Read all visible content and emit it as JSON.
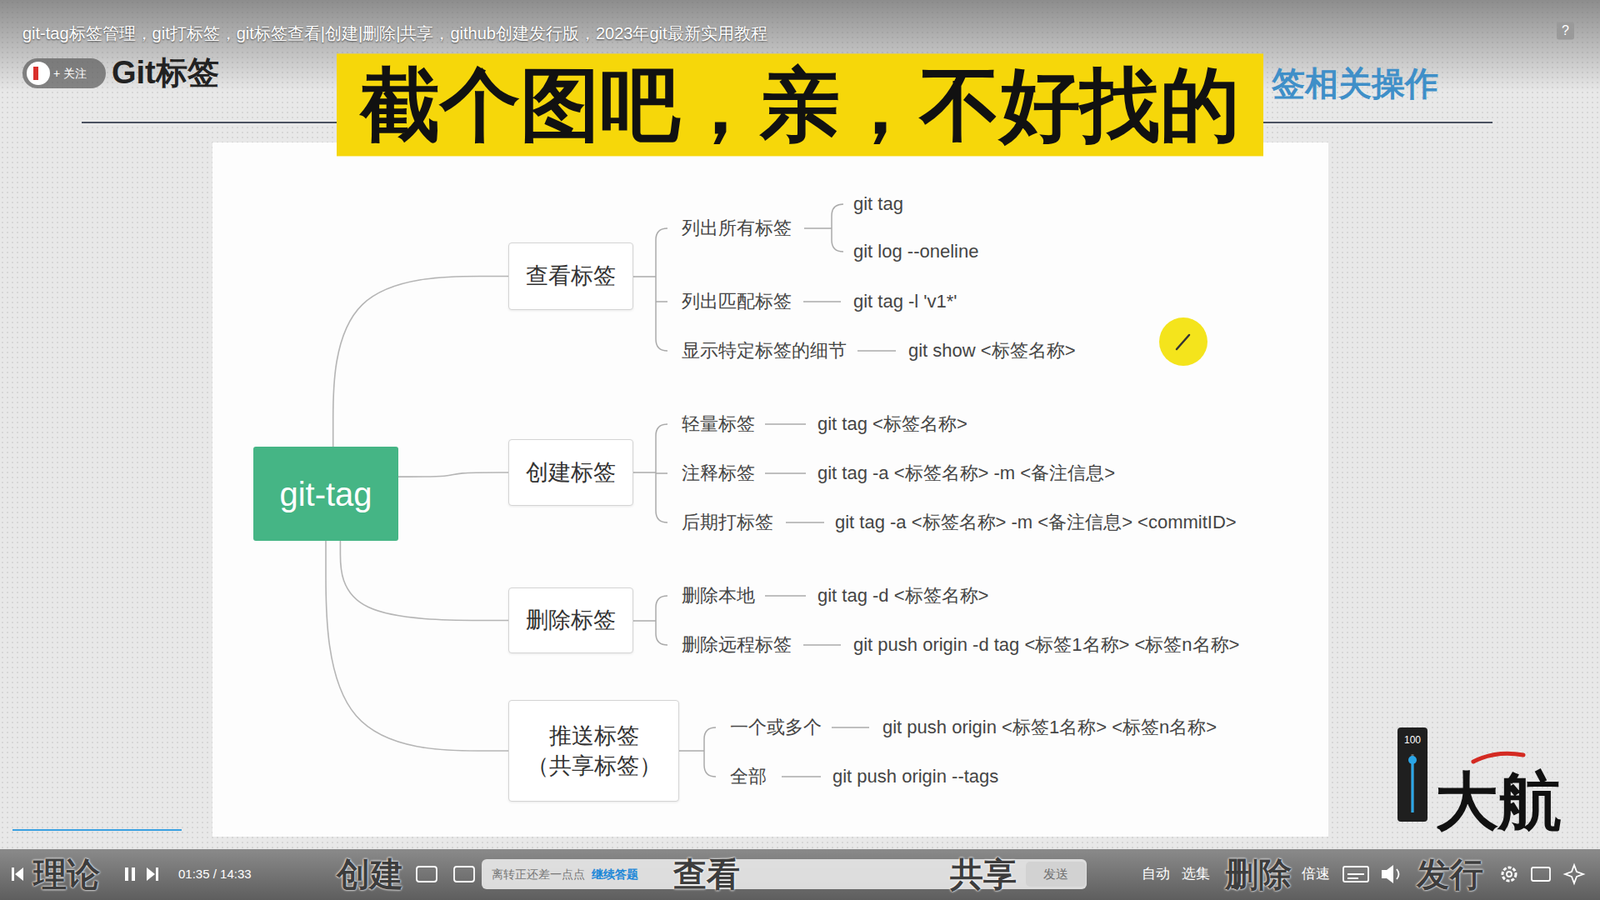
{
  "diagram": {
    "nodes": [
      {
        "text": [
          "git-tag"
        ]
      },
      {
        "text": [
          "查看标签"
        ]
      },
      {
        "text": [
          "创建标签"
        ]
      },
      {
        "text": [
          "删除标签"
        ]
      },
      {
        "text": [
          "推送标签 （共享标签）"
        ]
      }
    ],
    "edges": [
      {
        "from": 0,
        "to": 1,
        "arrow": "none"
      },
      {
        "from": 0,
        "to": 2,
        "arrow": "none"
      },
      {
        "from": 0,
        "to": 3,
        "arrow": "none"
      },
      {
        "from": 0,
        "to": 4,
        "arrow": "none"
      }
    ],
    "labels": [
      "git-tag标签管理，git打标签，git标签查看|创建|删除|共享，github创建发行版，2023年git最新实用教程",
      "?",
      "+ 关注",
      "Git标签",
      "截个图吧，亲，不好找的",
      "签相关操作",
      "列出所有标签",
      "git tag",
      "git log --oneline",
      "列出匹配标签",
      "git tag -l 'v1*'",
      "显示特定标签的细节",
      "git show <标签名称>",
      "轻量标签",
      "git tag <标签名称>",
      "注释标签",
      "git tag -a <标签名称> -m <备注信息>",
      "后期打标签",
      "git tag -a <标签名称> -m <备注信息> <commitID>",
      "删除本地",
      "git tag -d <标签名称>",
      "删除远程标签",
      "git push origin -d tag <标签1名称> <标签n名称>",
      "一个或多个",
      "git push origin <标签1名称> <标签n名称>",
      "全部",
      "git push origin --tags",
      "100",
      "大航",
      "理论",
      "01:35 / 14:33",
      "创建",
      "离转正还差一点点",
      "继续答题",
      "查看",
      "共享",
      "发送",
      "自动",
      "选集",
      "删除",
      "倍速",
      "发行"
    ]
  }
}
